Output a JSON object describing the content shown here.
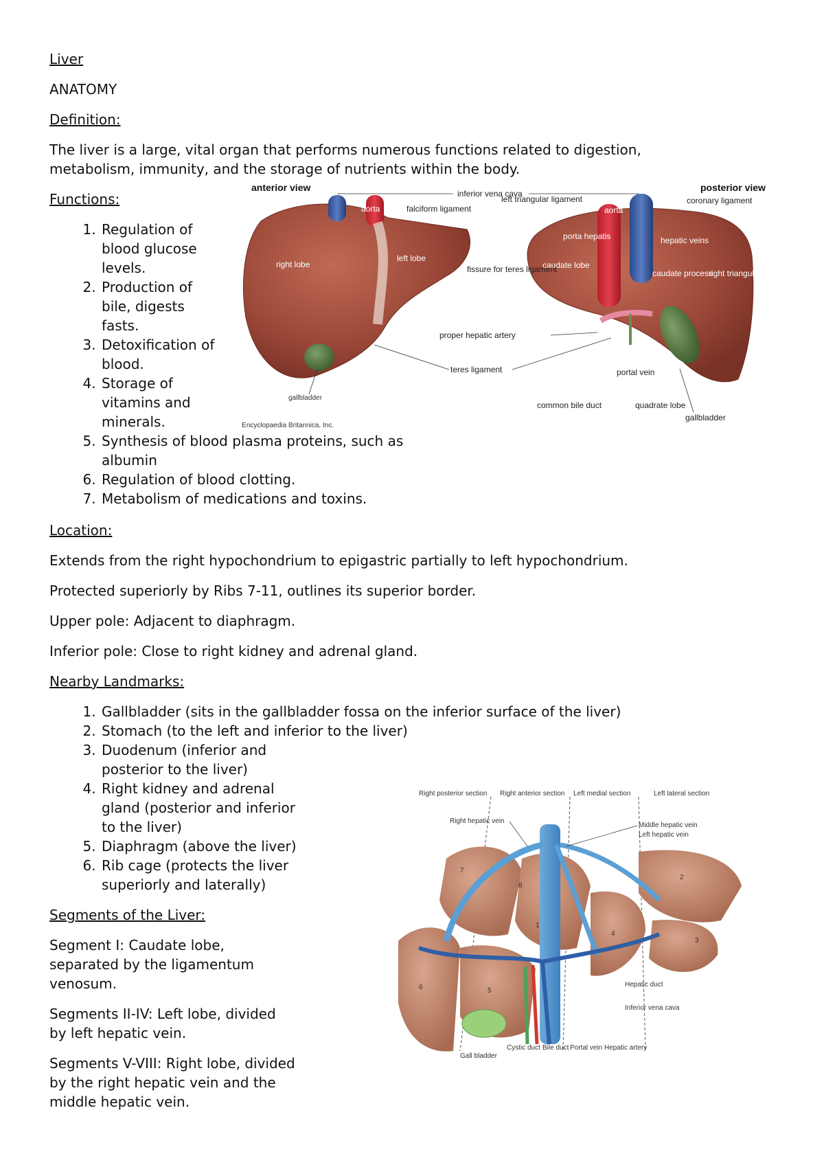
{
  "title": "Liver",
  "heading": "ANATOMY",
  "definition": {
    "label": "Definition:",
    "text": "The liver is a large, vital organ that performs numerous functions related to digestion, metabolism, immunity, and the storage of nutrients within the body."
  },
  "functions": {
    "label": "Functions:",
    "items": [
      "Regulation of blood glucose levels.",
      "Production of bile, digests fasts.",
      "Detoxification of blood.",
      "Storage of vitamins and minerals.",
      "Synthesis of blood plasma proteins, such as albumin",
      "Regulation of blood clotting.",
      "Metabolism of medications and toxins."
    ]
  },
  "location": {
    "label": "Location:",
    "lines": [
      "Extends from the right hypochondrium to epigastric partially to left hypochondrium.",
      "Protected superiorly by Ribs 7-11, outlines its superior border.",
      "Upper pole: Adjacent to diaphragm.",
      "Inferior pole: Close to right kidney and adrenal gland."
    ]
  },
  "landmarks": {
    "label": "Nearby Landmarks:",
    "items": [
      "Gallbladder (sits in the gallbladder fossa on the inferior surface of the liver)",
      "Stomach (to the left and inferior to the liver)",
      "Duodenum (inferior and posterior to the liver)",
      "Right kidney and adrenal gland (posterior and inferior to the liver)",
      "Diaphragm (above the liver)",
      "Rib cage (protects the liver superiorly and laterally)"
    ]
  },
  "segments": {
    "label": "Segments of the Liver:",
    "paragraphs": [
      "Segment I: Caudate lobe, separated by the ligamentum venosum.",
      "Segments II-IV: Left lobe, divided by left hepatic vein.",
      "Segments V-VIII: Right lobe, divided by the right hepatic vein and the middle hepatic vein."
    ]
  },
  "figure1": {
    "anterior_title": "anterior view",
    "posterior_title": "posterior view",
    "labels": {
      "ivc": "inferior vena cava",
      "aorta": "aorta",
      "aorta2": "aorta",
      "falciform": "falciform ligament",
      "left_triangular": "left triangular ligament",
      "coronary": "coronary ligament",
      "right_lobe": "right lobe",
      "left_lobe": "left lobe",
      "porta_hepatis": "porta hepatis",
      "hepatic_veins": "hepatic veins",
      "caudate_lobe": "caudate lobe",
      "caudate_process": "caudate process",
      "right_triangular": "right triangular ligament",
      "fissure": "fissure for teres ligament",
      "proper_hepatic_artery": "proper hepatic artery",
      "teres": "teres ligament",
      "portal_vein": "portal vein",
      "gallbladder": "gallbladder",
      "gallbladder2": "gallbladder",
      "common_bile_duct": "common bile duct",
      "quadrate_lobe": "quadrate lobe",
      "credit": "© Encyclopaedia Britannica, Inc."
    }
  },
  "figure2": {
    "headers": [
      "Right posterior section",
      "Right anterior section",
      "Left medial section",
      "Left lateral section"
    ],
    "labels": {
      "right_hepatic_vein": "Right hepatic vein",
      "middle_hepatic_vein": "Middle hepatic vein",
      "left_hepatic_vein": "Left hepatic vein",
      "hepatic_duct": "Hepatic duct",
      "ivc": "Inferior vena cava",
      "gall_bladder": "Gall bladder",
      "cystic_duct": "Cystic duct",
      "bile_duct": "Bile duct",
      "portal_vein": "Portal vein",
      "hepatic_artery": "Hepatic artery"
    },
    "segment_numbers": [
      "1",
      "2",
      "3",
      "4",
      "5",
      "6",
      "7",
      "8"
    ]
  }
}
